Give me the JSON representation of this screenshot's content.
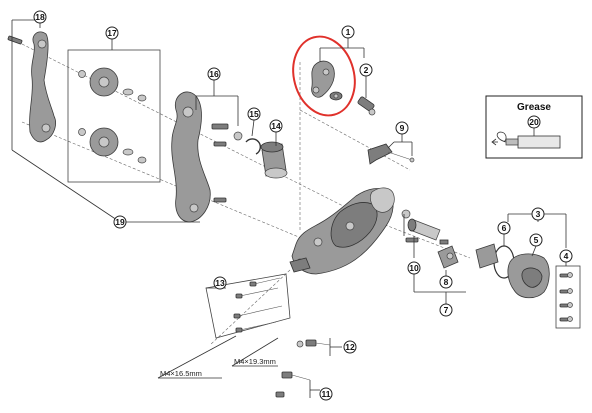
{
  "highlight_color": "#e0312b",
  "callouts": [
    "1",
    "2",
    "3",
    "4",
    "5",
    "6",
    "7",
    "8",
    "9",
    "10",
    "11",
    "12",
    "13",
    "14",
    "15",
    "16",
    "17",
    "18",
    "19",
    "20"
  ],
  "dimensions": {
    "screw_a": "M4×16.5mm",
    "screw_b": "M4×19.3mm"
  },
  "grease": {
    "title": "Grease",
    "callout": "20"
  }
}
